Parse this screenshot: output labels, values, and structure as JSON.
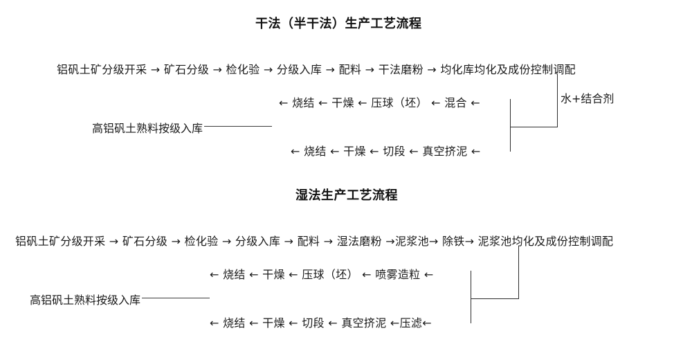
{
  "page": {
    "background_color": "#ffffff",
    "text_color": "#1a1a1a",
    "line_color": "#2b2b2b"
  },
  "dry_process": {
    "title": "干法（半干法）生产工艺流程",
    "row1": "铝矾土矿分级开采 → 矿石分级 → 检化验 → 分级入库 → 配料 → 干法磨粉 → 均化库均化及成份控制调配",
    "row2": "← 烧结 ← 干燥 ← 压球（坯） ← 混合 ←",
    "row3": "← 烧结 ← 干燥 ← 切段 ← 真空挤泥 ←",
    "additive_label": "水+结合剂",
    "stock_label": "高铝矾土熟料按级入库",
    "nodes_row1": [
      "铝矾土矿分级开采",
      "矿石分级",
      "检化验",
      "分级入库",
      "配料",
      "干法磨粉",
      "均化库均化及成份控制调配"
    ],
    "nodes_row2": [
      "混合",
      "压球（坯）",
      "干燥",
      "烧结"
    ],
    "nodes_row3": [
      "真空挤泥",
      "切段",
      "干燥",
      "烧结"
    ]
  },
  "wet_process": {
    "title": "湿法生产工艺流程",
    "row1": "铝矾土矿分级开采 → 矿石分级 → 检化验 → 分级入库 → 配料 → 湿法磨粉 →泥浆池→ 除铁→ 泥浆池均化及成份控制调配",
    "row2": "← 烧结 ← 干燥 ← 压球（坯） ← 喷雾造粒 ←",
    "row3": "← 烧结 ← 干燥 ← 切段 ← 真空挤泥 ←压滤←",
    "stock_label": "高铝矾土熟料按级入库",
    "nodes_row1": [
      "铝矾土矿分级开采",
      "矿石分级",
      "检化验",
      "分级入库",
      "配料",
      "湿法磨粉",
      "泥浆池",
      "除铁",
      "泥浆池均化及成份控制调配"
    ],
    "nodes_row2": [
      "喷雾造粒",
      "压球（坯）",
      "干燥",
      "烧结"
    ],
    "nodes_row3": [
      "压滤",
      "真空挤泥",
      "切段",
      "干燥",
      "烧结"
    ]
  }
}
